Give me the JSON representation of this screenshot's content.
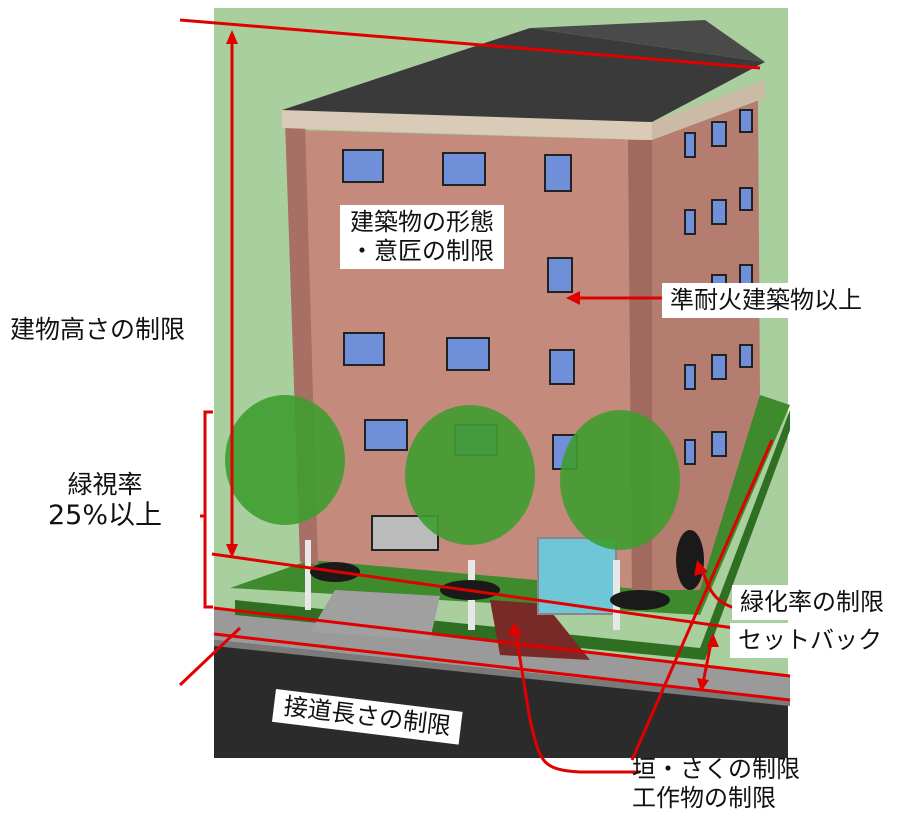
{
  "labels": {
    "building_height": "建物高さの制限",
    "green_view_line1": "緑視率",
    "green_view_line2": "25%以上",
    "form_design_line1": "建築物の形態",
    "form_design_line2": "・意匠の制限",
    "quasi_fireproof": "準耐火建築物以上",
    "greening_rate": "緑化率の制限",
    "setback": "セットバック",
    "road_frontage": "接道長さの制限",
    "fence_line1": "垣・さくの制限",
    "fence_line2": "工作物の制限"
  },
  "colors": {
    "annotation": "#e00000",
    "background_green": "#a9cf9f",
    "brick": "#c48b7c",
    "brick_dark": "#a86f64",
    "roof": "#3a3a3a",
    "cornice": "#d9cbb8",
    "window": "#6f8fd8",
    "road": "#2b2b2b",
    "sidewalk": "#9a9a9a",
    "lawn": "#3e8a2c",
    "tree": "#3f9c2f"
  }
}
